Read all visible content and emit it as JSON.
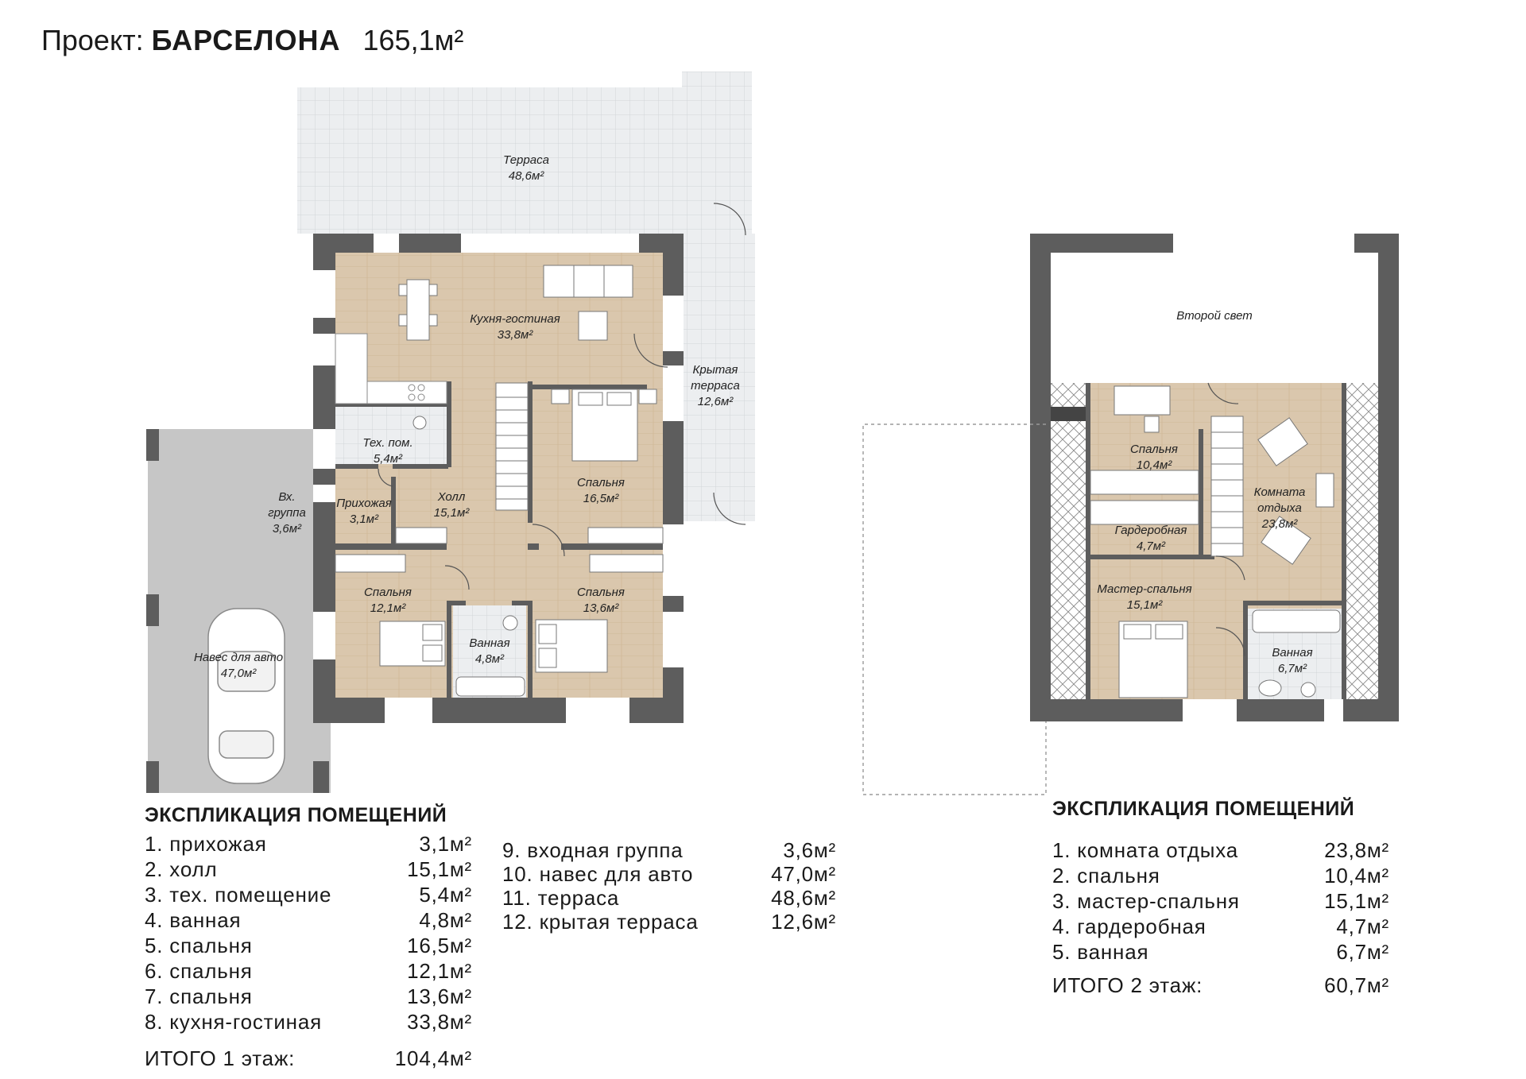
{
  "header": {
    "prefix": "Проект:",
    "project_name": "БАРСЕЛОНА",
    "total_area": "165,1м²"
  },
  "floor1_rooms": {
    "terrace": {
      "name": "Терраса",
      "area": "48,6м²"
    },
    "kitchen": {
      "name": "Кухня-гостиная",
      "area": "33,8м²"
    },
    "covered_terrace": {
      "name_1": "Крытая",
      "name_2": "терраса",
      "area": "12,6м²"
    },
    "tech": {
      "name": "Тех. пом.",
      "area": "5,4м²"
    },
    "entry_group": {
      "name_1": "Вх.",
      "name_2": "группа",
      "area": "3,6м²"
    },
    "hallway": {
      "name": "Прихожая",
      "area": "3,1м²"
    },
    "hall": {
      "name": "Холл",
      "area": "15,1м²"
    },
    "bedroom_big": {
      "name": "Спальня",
      "area": "16,5м²"
    },
    "bedroom_left": {
      "name": "Спальня",
      "area": "12,1м²"
    },
    "bedroom_right": {
      "name": "Спальня",
      "area": "13,6м²"
    },
    "bathroom": {
      "name": "Ванная",
      "area": "4,8м²"
    },
    "carport": {
      "name": "Навес для авто",
      "area": "47,0м²"
    }
  },
  "floor2_rooms": {
    "second_light": {
      "name": "Второй свет"
    },
    "bedroom": {
      "name": "Спальня",
      "area": "10,4м²"
    },
    "lounge": {
      "name_1": "Комната",
      "name_2": "отдыха",
      "area": "23,8м²"
    },
    "wardrobe": {
      "name": "Гардеробная",
      "area": "4,7м²"
    },
    "master": {
      "name": "Мастер-спальня",
      "area": "15,1м²"
    },
    "bathroom": {
      "name": "Ванная",
      "area": "6,7м²"
    }
  },
  "explication1": {
    "title": "ЭКСПЛИКАЦИЯ ПОМЕЩЕНИЙ",
    "col1": [
      {
        "label": "1. прихожая",
        "value": "3,1м²"
      },
      {
        "label": "2. холл",
        "value": "15,1м²"
      },
      {
        "label": "3. тех. помещение",
        "value": "5,4м²"
      },
      {
        "label": "4. ванная",
        "value": "4,8м²"
      },
      {
        "label": "5. спальня",
        "value": "16,5м²"
      },
      {
        "label": "6. спальня",
        "value": "12,1м²"
      },
      {
        "label": "7. спальня",
        "value": "13,6м²"
      },
      {
        "label": "8. кухня-гостиная",
        "value": "33,8м²"
      }
    ],
    "col2": [
      {
        "label": "9. входная группа",
        "value": "3,6м²"
      },
      {
        "label": "10. навес для авто",
        "value": "47,0м²"
      },
      {
        "label": "11. терраса",
        "value": "48,6м²"
      },
      {
        "label": "12. крытая терраса",
        "value": "12,6м²"
      }
    ],
    "total": {
      "label": "ИТОГО 1 этаж:",
      "value": "104,4м²"
    }
  },
  "explication2": {
    "title": "ЭКСПЛИКАЦИЯ ПОМЕЩЕНИЙ",
    "rows": [
      {
        "label": "1. комната отдыха",
        "value": "23,8м²"
      },
      {
        "label": "2. спальня",
        "value": "10,4м²"
      },
      {
        "label": "3. мастер-спальня",
        "value": "15,1м²"
      },
      {
        "label": "4. гардеробная",
        "value": "4,7м²"
      },
      {
        "label": "5. ванная",
        "value": "6,7м²"
      }
    ],
    "total": {
      "label": "ИТОГО 2 этаж:",
      "value": "60,7м²"
    }
  },
  "colors": {
    "wall": "#5d5d5d",
    "floor_wood": "#d8c3a7",
    "tile": "#e9eaec",
    "carport": "#c4c4c4",
    "text": "#1a1a1a"
  }
}
